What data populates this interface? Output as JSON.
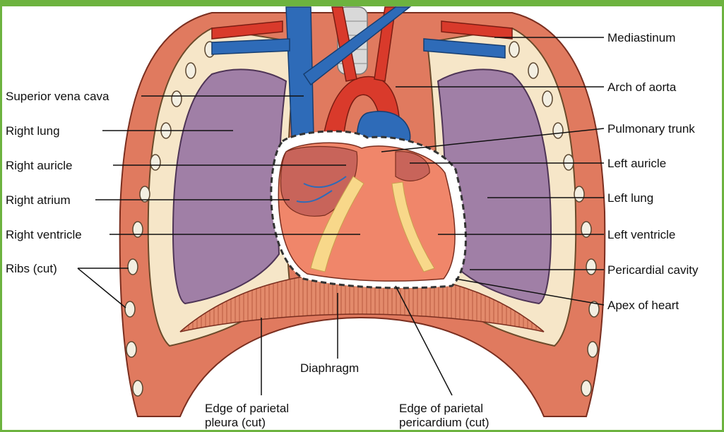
{
  "labels": {
    "mediastinum": "Mediastinum",
    "arch_of_aorta": "Arch of aorta",
    "pulmonary_trunk": "Pulmonary trunk",
    "left_auricle": "Left auricle",
    "left_lung": "Left lung",
    "left_ventricle": "Left ventricle",
    "pericardial_cavity": "Pericardial cavity",
    "apex_of_heart": "Apex of heart",
    "superior_vena_cava": "Superior vena cava",
    "right_lung": "Right lung",
    "right_auricle": "Right auricle",
    "right_atrium": "Right atrium",
    "right_ventricle": "Right ventricle",
    "ribs_cut": "Ribs (cut)",
    "diaphragm": "Diaphragm",
    "parietal_pleura_line1": "Edge of parietal",
    "parietal_pleura_line2": "pleura (cut)",
    "parietal_pericardium_line1": "Edge of parietal",
    "parietal_pericardium_line2": "pericardium (cut)"
  },
  "colors": {
    "frame": "#6db33f",
    "chest_wall": "#e07a5f",
    "pleura": "#f6e6c8",
    "lung": "#a07fa6",
    "heart": "#f0866a",
    "vein": "#2e6bb8",
    "artery": "#d93a2b",
    "fat": "#f8d88a"
  }
}
